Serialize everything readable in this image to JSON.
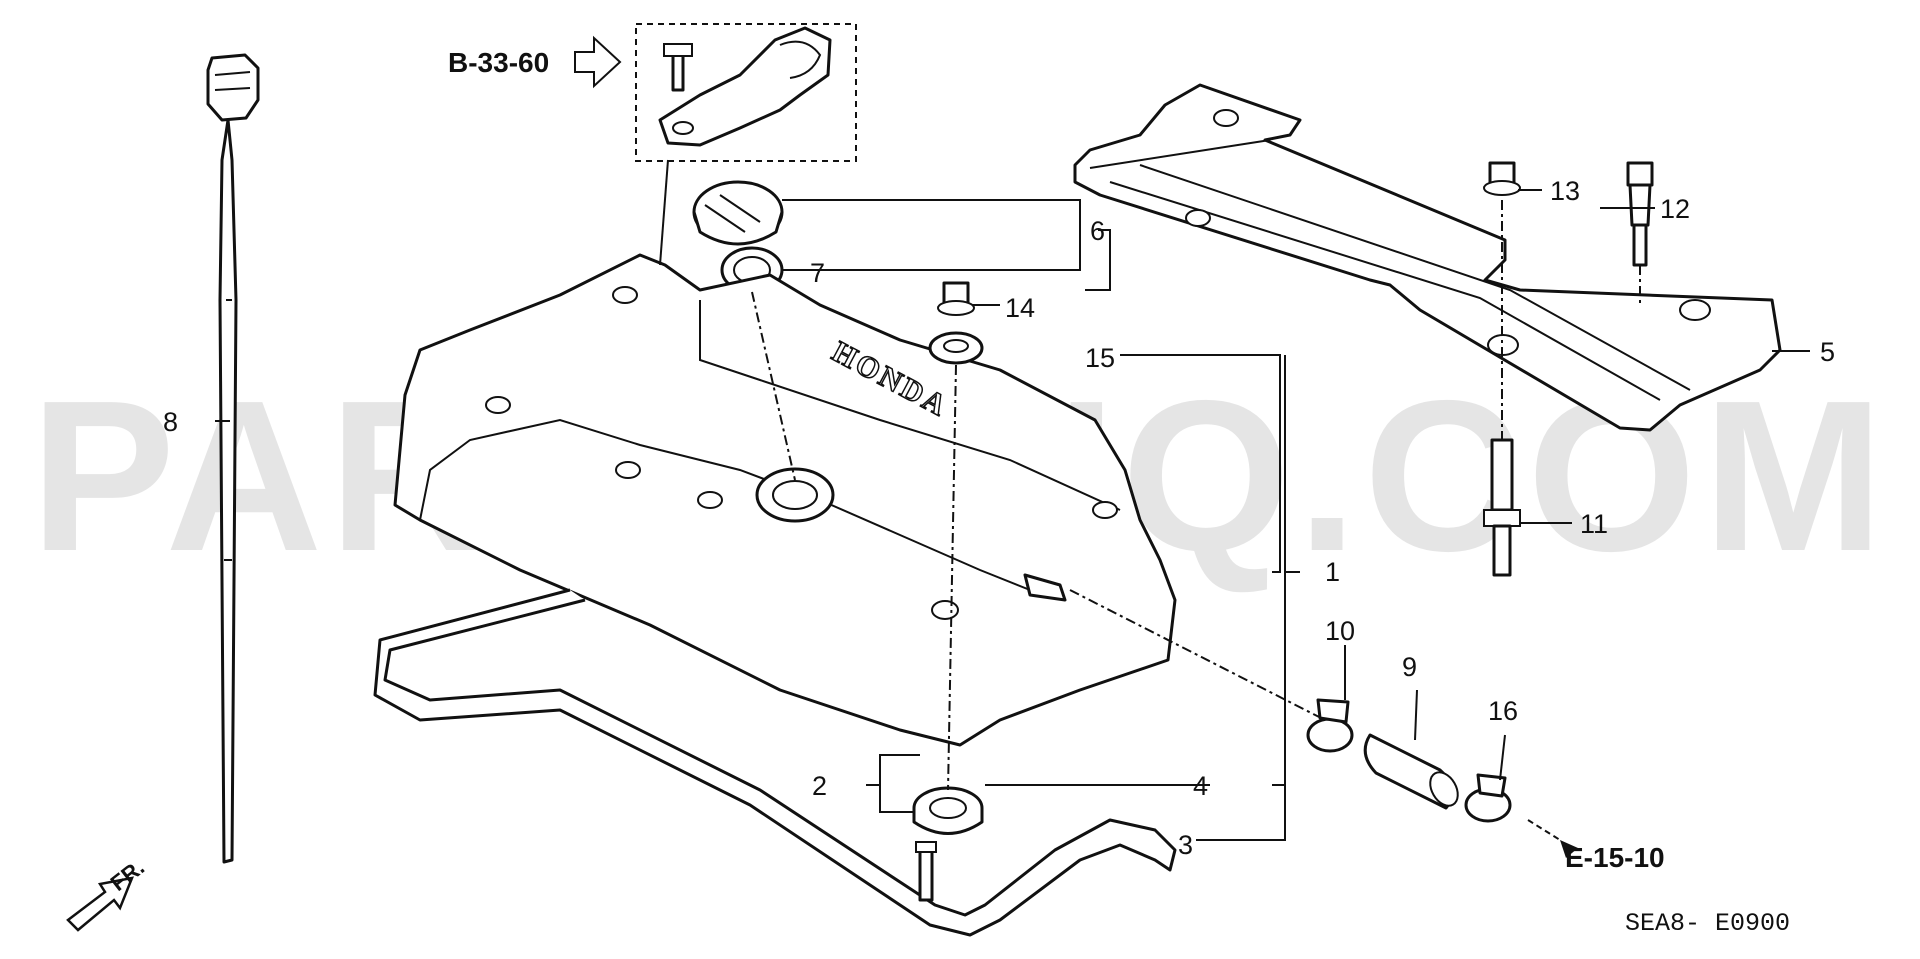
{
  "diagram": {
    "watermark": "PARTSOUQ.COM",
    "drawing_code": "SEA8- E0900",
    "references": {
      "upper": "B-33-60",
      "lower": "E-15-10"
    },
    "direction_label": "FR.",
    "engraving": "HONDA",
    "callouts": [
      "1",
      "2",
      "3",
      "4",
      "5",
      "6",
      "7",
      "8",
      "9",
      "10",
      "11",
      "12",
      "13",
      "14",
      "15",
      "16"
    ]
  }
}
